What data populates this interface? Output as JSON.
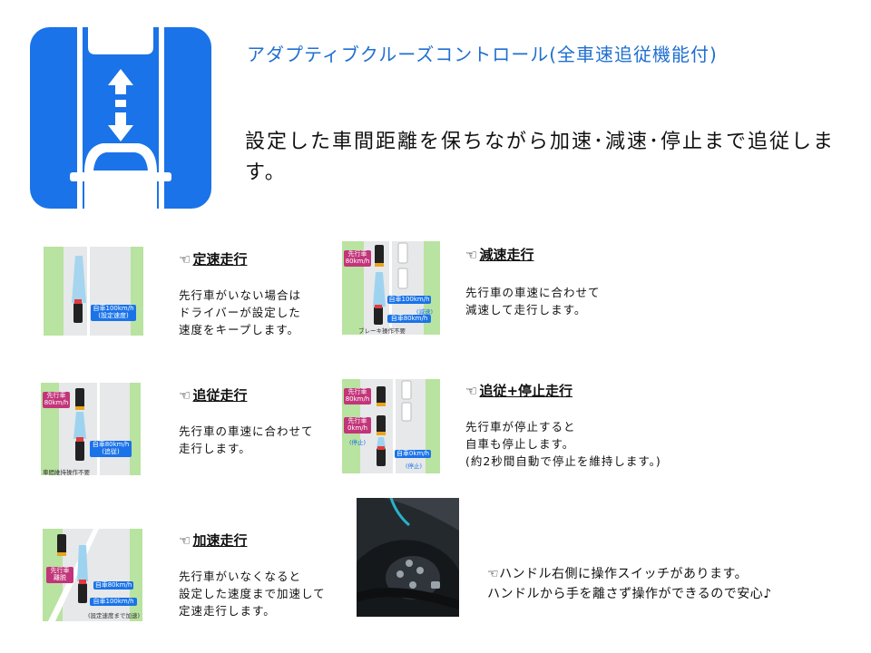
{
  "header": {
    "title": "アダプティブクルーズコントロール(全車速追従機能付)",
    "description": "設定した車間距離を保ちながら加速･減速･停止まで追従します。"
  },
  "sections": [
    {
      "title": "定速走行",
      "body": "先行車がいない場合は\nドライバーが設定した\n速度をキープします。",
      "tags": [
        "自車100km/h\n(設定速度)"
      ]
    },
    {
      "title": "減速走行",
      "body": "先行車の車速に合わせて\n減速して走行します。",
      "tags": [
        "先行車\n80km/h",
        "自車100km/h",
        "(減速)",
        "自車80km/h"
      ],
      "note": "ブレーキ操作不要"
    },
    {
      "title": "追従走行",
      "body": "先行車の車速に合わせて\n走行します。",
      "tags": [
        "先行車\n80km/h",
        "自車80km/h\n(追従)"
      ],
      "note": "車間維持操作不要"
    },
    {
      "title": "追従+停止走行",
      "body": "先行車が停止すると\n自車も停止します。\n(約2秒間自動で停止を維持します。)",
      "tags": [
        "先行車\n80km/h",
        "先行車\n0km/h",
        "(停止)",
        "自車0km/h",
        "(停止)"
      ]
    },
    {
      "title": "加速走行",
      "body": "先行車がいなくなると\n設定した速度まで加速して\n定速走行します。",
      "tags": [
        "先行車\n離脱",
        "自車80km/h",
        "自車100km/h",
        "(設定速度まで加速)"
      ]
    }
  ],
  "info": {
    "text": "ハンドル右側に操作スイッチがあります。\nハンドルから手を離さず操作ができるので安心♪"
  },
  "icons": {
    "pointer": "pointing-hand-icon",
    "hero": "acc-distance-icon"
  },
  "colors": {
    "title_blue": "#1f6fd0",
    "icon_blue": "#1a73e8",
    "tag_pink": "#c2357a",
    "lane_green": "#b9e3a0"
  }
}
